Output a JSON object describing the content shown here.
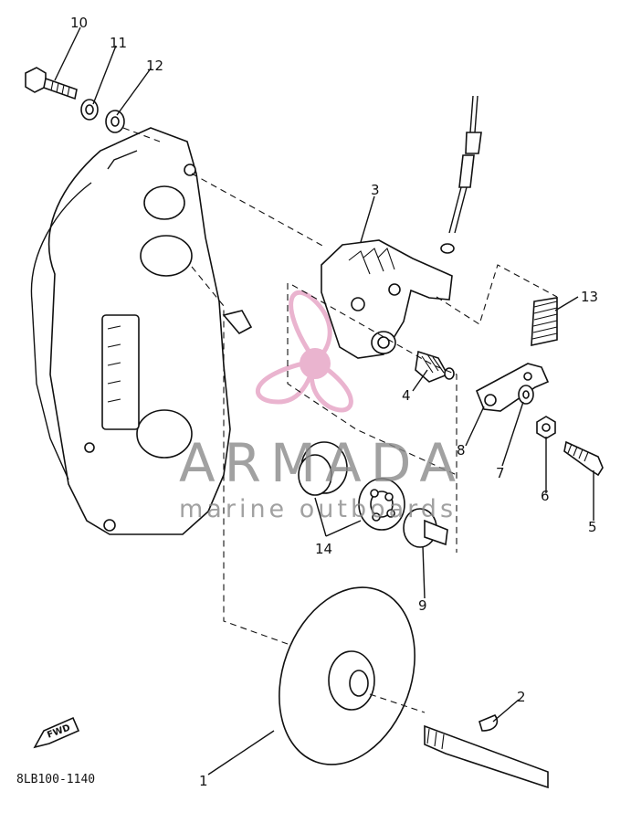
{
  "callouts": [
    "1",
    "2",
    "3",
    "4",
    "5",
    "6",
    "7",
    "8",
    "9",
    "10",
    "11",
    "12",
    "13",
    "14"
  ],
  "document_code": "8LB100-1140",
  "fwd_label": "FWD",
  "watermark": {
    "brand": "ARMADA",
    "tagline": "marine outboards",
    "logo_color": "#e39bc0"
  }
}
